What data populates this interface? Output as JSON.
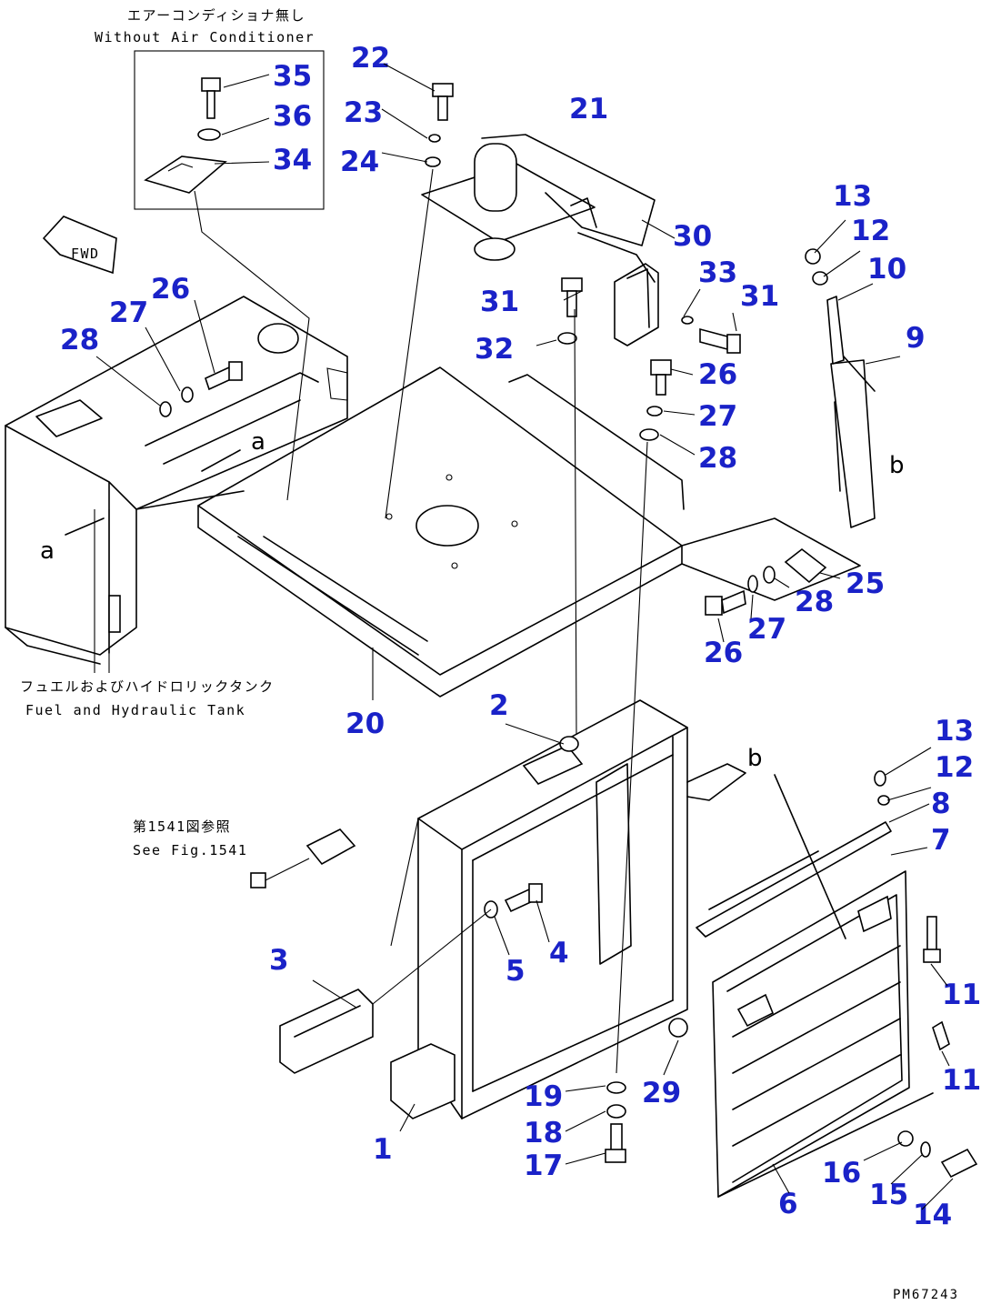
{
  "notes": {
    "without_ac_jp": "エアーコンディショナ無し",
    "without_ac_en": "Without Air Conditioner",
    "fuel_tank_jp": "フュエルおよびハイドロリックタンク",
    "fuel_tank_en": "Fuel and Hydraulic Tank",
    "see_fig_jp": "第1541図参照",
    "see_fig_en": "See Fig.1541",
    "fwd": "FWD",
    "drawing_code": "PM67243"
  },
  "section_letters": [
    "a",
    "a",
    "b",
    "b"
  ],
  "part_numbers": [
    "35",
    "36",
    "34",
    "22",
    "23",
    "24",
    "21",
    "30",
    "33",
    "31",
    "31",
    "32",
    "26",
    "27",
    "28",
    "27",
    "26",
    "28",
    "13",
    "12",
    "10",
    "9",
    "25",
    "28",
    "27",
    "26",
    "20",
    "2",
    "3",
    "5",
    "4",
    "1",
    "19",
    "18",
    "17",
    "29",
    "13",
    "12",
    "8",
    "7",
    "11",
    "11",
    "16",
    "15",
    "14",
    "6"
  ]
}
